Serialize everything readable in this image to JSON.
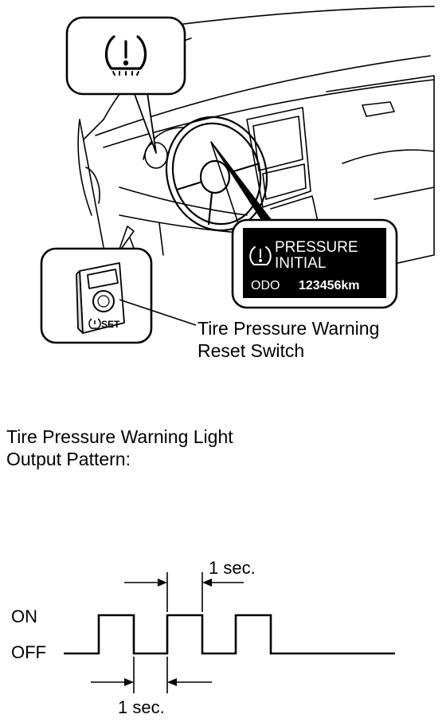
{
  "illustration": {
    "tpms_icon_glyph": "(!)",
    "display": {
      "line1": "PRESSURE",
      "line2": "INITIAL",
      "odo_label": "ODO",
      "odo_value": "123456km"
    },
    "switch_label": "SET",
    "callout": {
      "line1": "Tire Pressure Warning",
      "line2": "Reset Switch"
    }
  },
  "pattern": {
    "title_line1": "Tire Pressure Warning Light",
    "title_line2": "Output Pattern:",
    "state_on": "ON",
    "state_off": "OFF",
    "timing_top": "1 sec.",
    "timing_bottom": "1 sec."
  },
  "icons": [
    "tpms-warning-icon",
    "tpms-display-icon",
    "reset-knob-icon"
  ]
}
